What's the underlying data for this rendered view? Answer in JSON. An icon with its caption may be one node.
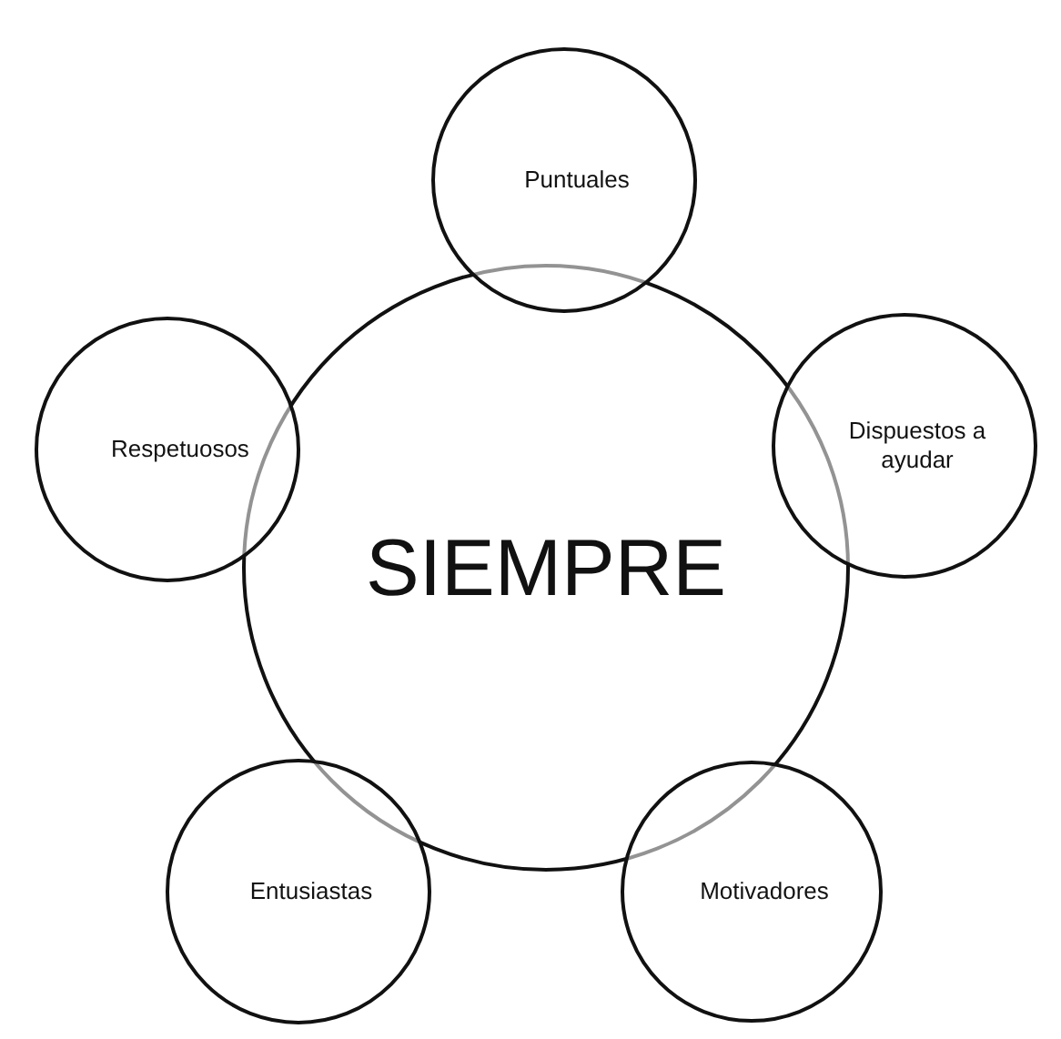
{
  "diagram": {
    "nodes": [
      {
        "text": [
          "SIEMPRE"
        ]
      },
      {
        "text": [
          "Puntuales"
        ]
      },
      {
        "text": [
          "Respetuosos"
        ]
      },
      {
        "text": [
          "Dispuestos a ayudar"
        ]
      },
      {
        "text": [
          "Entusiastas"
        ]
      },
      {
        "text": [
          "Motivadores"
        ]
      }
    ]
  }
}
